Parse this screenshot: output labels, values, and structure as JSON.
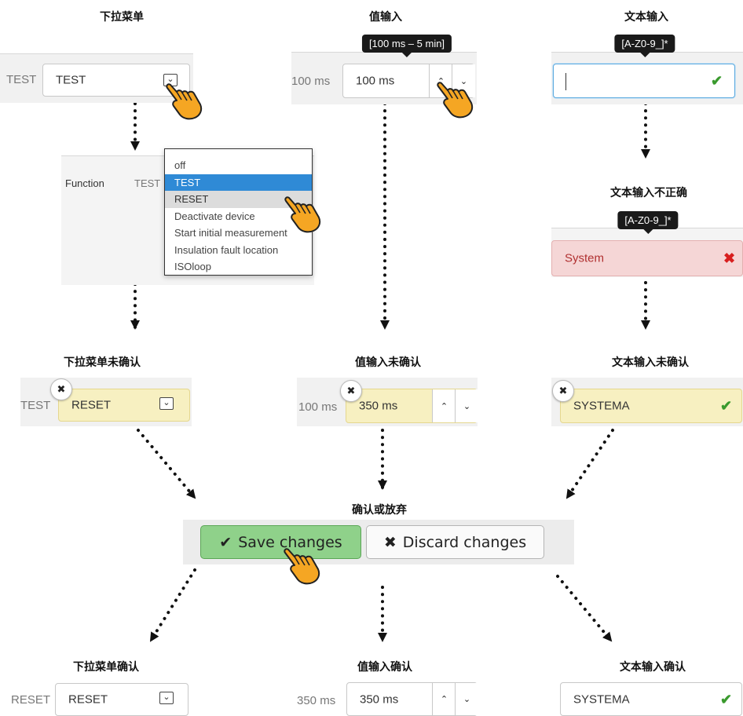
{
  "headings": {
    "dropdown": "下拉菜单",
    "value_input": "值输入",
    "text_input": "文本输入",
    "text_input_invalid": "文本输入不正确",
    "dropdown_unconfirmed": "下拉菜单未确认",
    "value_input_unconfirmed": "值输入未确认",
    "text_input_unconfirmed": "文本输入未确认",
    "confirm_or_discard": "确认或放弃",
    "dropdown_confirmed": "下拉菜单确认",
    "value_input_confirmed": "值输入确认",
    "text_input_confirmed": "文本输入确认"
  },
  "dropdown_initial": {
    "prev_value": "TEST",
    "value": "TEST"
  },
  "dropdown_open": {
    "row_label": "Function",
    "prev_value": "TEST",
    "options": [
      "off",
      "TEST",
      "RESET",
      "Deactivate device",
      "Start initial measurement",
      "Insulation fault location",
      "ISOloop"
    ],
    "selected": "TEST",
    "hovered": "RESET"
  },
  "dropdown_pending": {
    "prev_value": "TEST",
    "value": "RESET"
  },
  "dropdown_confirmed": {
    "prev_value": "RESET",
    "value": "RESET"
  },
  "value_initial": {
    "prev_value": "100 ms",
    "value": "100 ms",
    "tooltip": "[100 ms – 5 min]"
  },
  "value_pending": {
    "prev_value": "100 ms",
    "value": "350 ms"
  },
  "value_confirmed": {
    "prev_value": "350 ms",
    "value": "350 ms"
  },
  "text_initial": {
    "value": "",
    "tooltip": "[A-Z0-9_]*"
  },
  "text_invalid": {
    "value": "System",
    "tooltip": "[A-Z0-9_]*"
  },
  "text_pending": {
    "value": "SYSTEMA"
  },
  "text_confirmed": {
    "value": "SYSTEMA"
  },
  "actions": {
    "save_label": "Save changes",
    "discard_label": "Discard changes"
  },
  "icons": {
    "check": "✔",
    "cross": "✖",
    "spin_up": "⌃",
    "spin_down": "⌄",
    "hand": "pointing-hand-icon"
  },
  "colors": {
    "pending_bg": "#f7f0c1",
    "invalid_bg": "#f5d6d6",
    "selected_bg": "#2f8ad6",
    "save_bg": "#8fd18a",
    "hand": "#f5a623"
  }
}
